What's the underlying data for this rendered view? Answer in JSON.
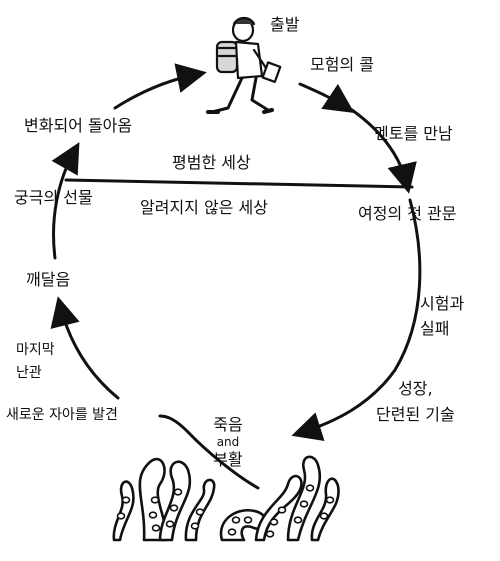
{
  "diagram": {
    "start_label": "출발",
    "call_to_adventure": "모험의 콜",
    "meeting_mentor": "멘토를 만남",
    "first_threshold": "여정의 첫 관문",
    "trials_and_failure": [
      "시험과",
      "실패"
    ],
    "growth_and_skills": [
      "성장,",
      "단련된 기술"
    ],
    "death_and_rebirth": [
      "죽음",
      "and",
      "부활"
    ],
    "new_self": "새로운 자아를 발견",
    "final_challenge": [
      "마지막",
      "난관"
    ],
    "realization": "깨달음",
    "ultimate_gift": "궁극의 선물",
    "return_changed": "변화되어 돌아옴",
    "ordinary_world": "평범한 세상",
    "unknown_world": "알려지지 않은 세상"
  },
  "style": {
    "ink_color": "#111111",
    "background_color": "#ffffff"
  }
}
